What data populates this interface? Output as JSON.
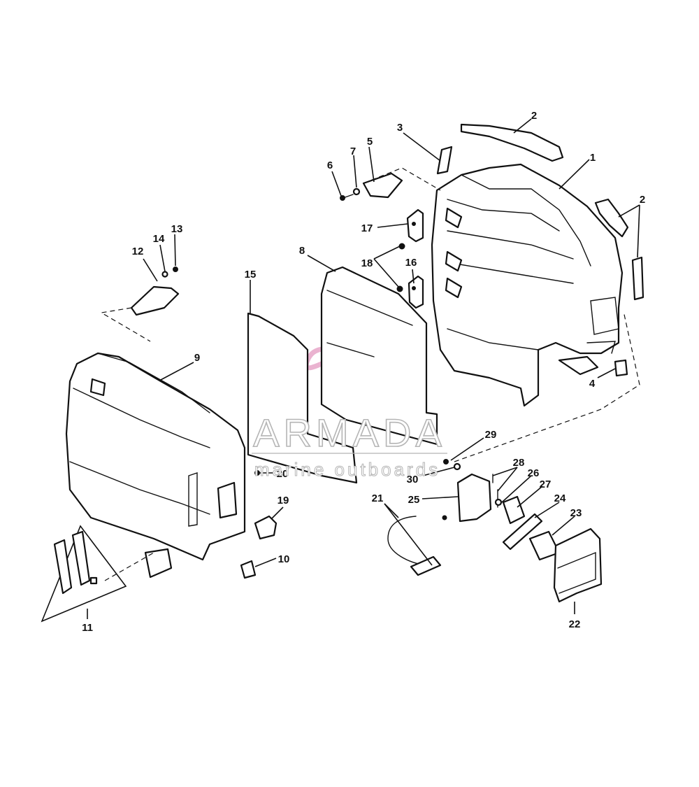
{
  "diagram": {
    "callouts": [
      {
        "id": "c1",
        "text": "1"
      },
      {
        "id": "c2a",
        "text": "2"
      },
      {
        "id": "c2b",
        "text": "2"
      },
      {
        "id": "c3",
        "text": "3"
      },
      {
        "id": "c4",
        "text": "4"
      },
      {
        "id": "c5",
        "text": "5"
      },
      {
        "id": "c6",
        "text": "6"
      },
      {
        "id": "c7",
        "text": "7"
      },
      {
        "id": "c8",
        "text": "8"
      },
      {
        "id": "c9",
        "text": "9"
      },
      {
        "id": "c10",
        "text": "10"
      },
      {
        "id": "c11",
        "text": "11"
      },
      {
        "id": "c12",
        "text": "12"
      },
      {
        "id": "c13",
        "text": "13"
      },
      {
        "id": "c14",
        "text": "14"
      },
      {
        "id": "c15",
        "text": "15"
      },
      {
        "id": "c16",
        "text": "16"
      },
      {
        "id": "c17",
        "text": "17"
      },
      {
        "id": "c18",
        "text": "18"
      },
      {
        "id": "c19",
        "text": "19"
      },
      {
        "id": "c20",
        "text": "20"
      },
      {
        "id": "c21",
        "text": "21"
      },
      {
        "id": "c22",
        "text": "22"
      },
      {
        "id": "c23",
        "text": "23"
      },
      {
        "id": "c24",
        "text": "24"
      },
      {
        "id": "c25",
        "text": "25"
      },
      {
        "id": "c26",
        "text": "26"
      },
      {
        "id": "c27",
        "text": "27"
      },
      {
        "id": "c28",
        "text": "28"
      },
      {
        "id": "c29",
        "text": "29"
      },
      {
        "id": "c30",
        "text": "30"
      }
    ]
  },
  "watermark": {
    "brand": "ARMADA",
    "tagline": "marine outboards",
    "logo_color": "#e7a6c8"
  }
}
